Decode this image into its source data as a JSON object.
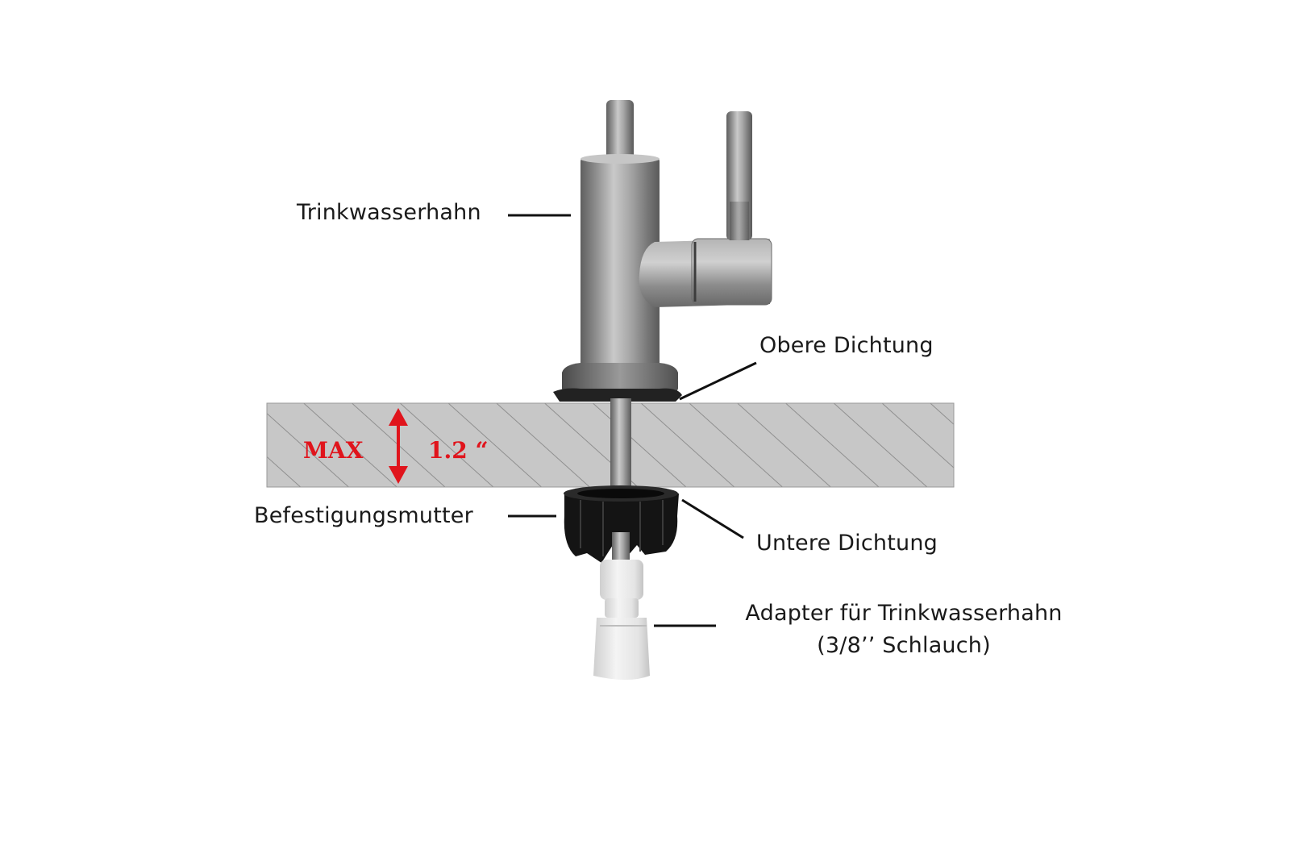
{
  "labels": {
    "faucet": "Trinkwasserhahn",
    "upper_seal": "Obere Dichtung",
    "mounting_nut": "Befestigungsmutter",
    "lower_seal": "Untere Dichtung",
    "adapter_line1": "Adapter für Trinkwasserhahn",
    "adapter_line2": "(3/8’’ Schlauch)"
  },
  "countertop": {
    "max_label": "MAX",
    "thickness_label": "1.2 “"
  },
  "colors": {
    "countertop": "#c7c7c7",
    "hatch": "#8f8f8f",
    "arrow": "#e0141c",
    "steel": "#9a9a9a",
    "nut": "#141414",
    "adapter": "#eeeeee",
    "leader": "#111111"
  }
}
